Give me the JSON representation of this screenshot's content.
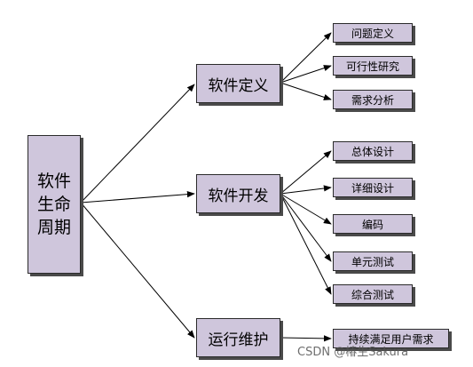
{
  "root": {
    "label": "软件生命周期"
  },
  "branches": [
    {
      "label": "软件定义",
      "children": [
        "问题定义",
        "可行性研究",
        "需求分析"
      ]
    },
    {
      "label": "软件开发",
      "children": [
        "总体设计",
        "详细设计",
        "编码",
        "单元测试",
        "综合测试"
      ]
    },
    {
      "label": "运行维护",
      "children": [
        "持续满足用户需求"
      ]
    }
  ],
  "watermark": "CSDN @椿生Sakura"
}
